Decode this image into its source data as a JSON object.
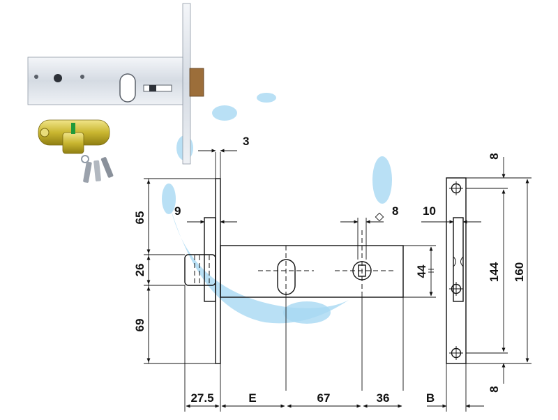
{
  "dimensions": {
    "faceplate_thickness": "3",
    "top_offset": "65",
    "backset_offset": "9",
    "bolt_height": "26",
    "bottom_offset": "69",
    "spindle_size": "8",
    "faceplate_width": "10",
    "case_height": "44",
    "screw_offset_top": "8",
    "screw_spacing": "144",
    "faceplate_length": "160",
    "screw_offset_bottom": "8",
    "bolt_projection": "27.5",
    "backset": "E",
    "centre_distance": "67",
    "case_tail": "36",
    "faceplate_b": "B"
  },
  "colors": {
    "line": "#111111",
    "watermark": "#a8d8f2",
    "lock_body": "#e2e6ec",
    "cylinder_brass": "#c9b630"
  }
}
